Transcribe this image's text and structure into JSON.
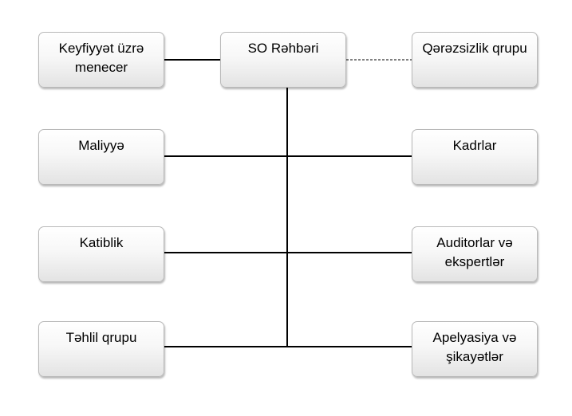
{
  "diagram": {
    "nodes": {
      "keyfiyyet": "Keyfiyyət üzrə menecer",
      "rehberi": "SO Rəhbəri",
      "qerezsizlik": "Qərəzsizlik qrupu",
      "maliyye": "Maliyyə",
      "kadrlar": "Kadrlar",
      "katiblik": "Katiblik",
      "auditorlar": "Auditorlar və ekspertlər",
      "tehlil": "Təhlil qrupu",
      "apelyasiya": "Apelyasiya və şikayətlər"
    },
    "colors": {
      "line": "#000000",
      "node_border": "#b9b9b9",
      "node_fill_top": "#ffffff",
      "node_fill_bottom": "#e3e3e3"
    }
  }
}
